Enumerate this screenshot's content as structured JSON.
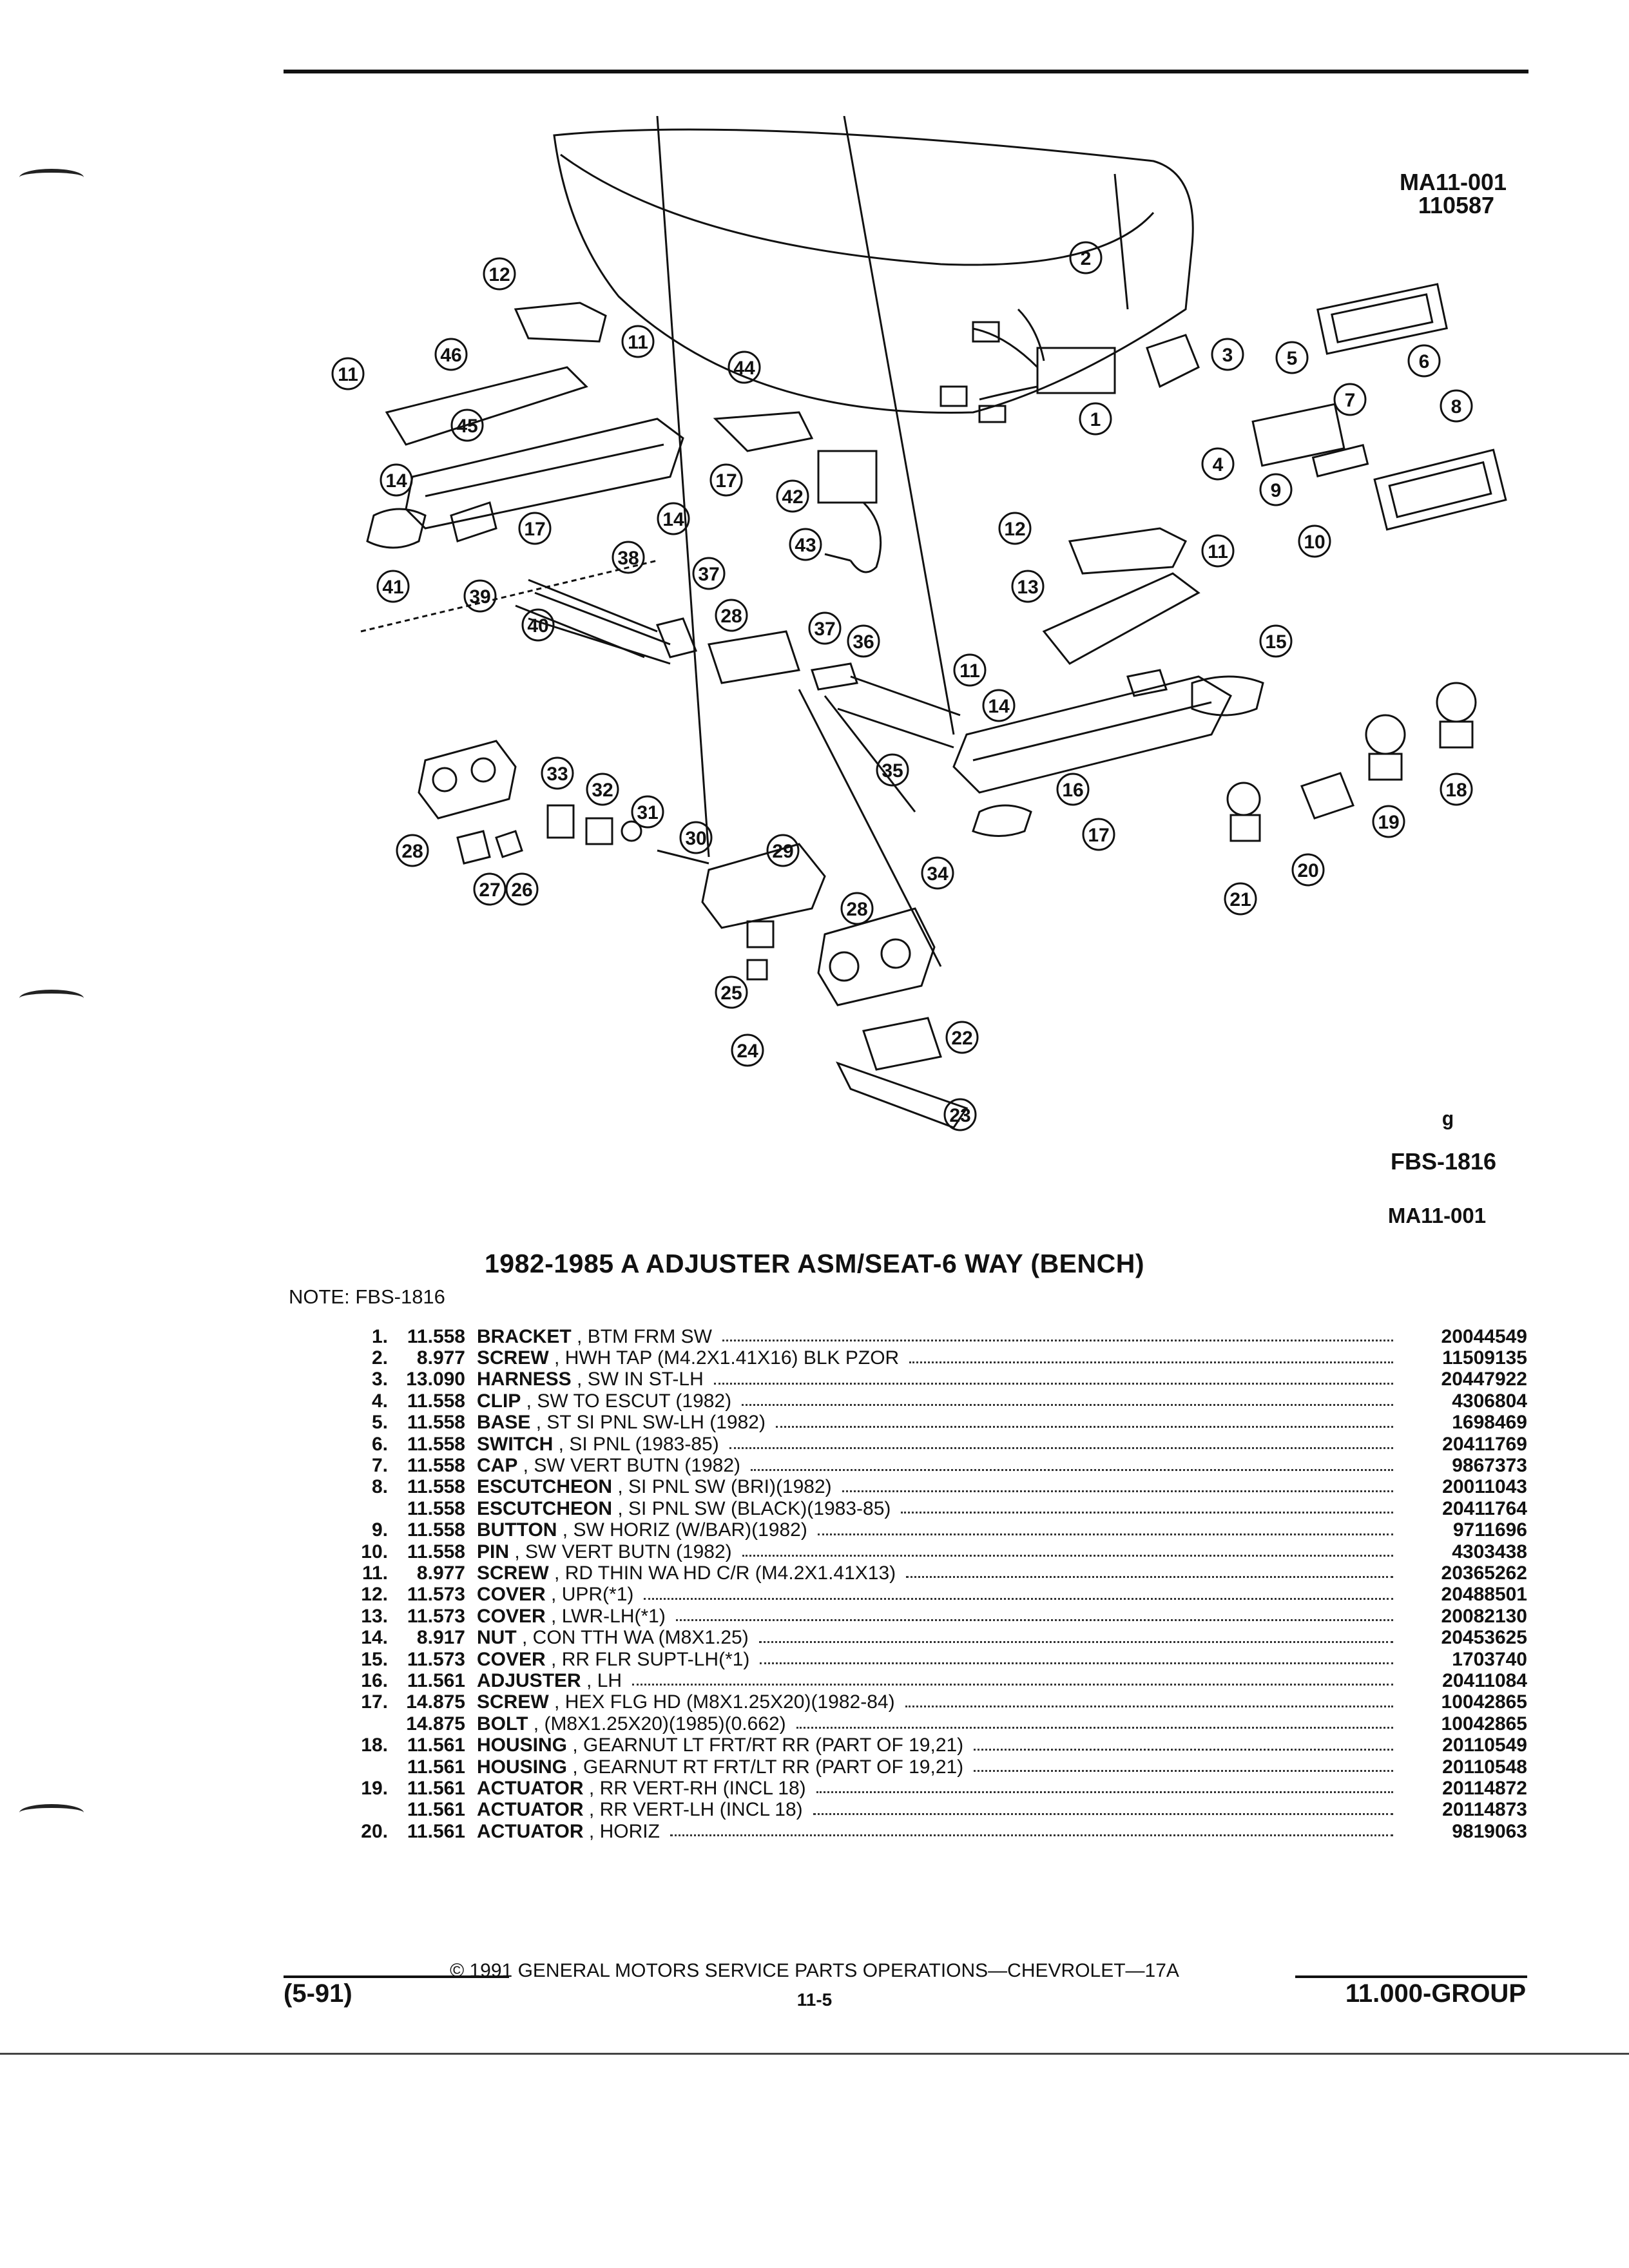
{
  "header": {
    "code_top": "MA11-001",
    "code_date": "110587",
    "fbs_code": "FBS-1816",
    "code_bottom": "MA11-001"
  },
  "title": "1982-1985 A ADJUSTER ASM/SEAT-6 WAY (BENCH)",
  "note": "NOTE:  FBS-1816",
  "parts": [
    {
      "num": "1.",
      "grp": "11.558",
      "name": "BRACKET",
      "desc": "BTM FRM SW",
      "pn": "20044549"
    },
    {
      "num": "2.",
      "grp": "8.977",
      "name": "SCREW",
      "desc": "HWH TAP (M4.2X1.41X16) BLK PZOR",
      "pn": "11509135"
    },
    {
      "num": "3.",
      "grp": "13.090",
      "name": "HARNESS",
      "desc": "SW IN ST-LH",
      "pn": "20447922"
    },
    {
      "num": "4.",
      "grp": "11.558",
      "name": "CLIP",
      "desc": "SW TO ESCUT (1982)",
      "pn": "4306804"
    },
    {
      "num": "5.",
      "grp": "11.558",
      "name": "BASE",
      "desc": "ST SI PNL SW-LH (1982)",
      "pn": "1698469"
    },
    {
      "num": "6.",
      "grp": "11.558",
      "name": "SWITCH",
      "desc": "SI PNL (1983-85)",
      "pn": "20411769"
    },
    {
      "num": "7.",
      "grp": "11.558",
      "name": "CAP",
      "desc": "SW VERT BUTN (1982)",
      "pn": "9867373"
    },
    {
      "num": "8.",
      "grp": "11.558",
      "name": "ESCUTCHEON",
      "desc": "SI PNL SW (BRI)(1982)",
      "pn": "20011043"
    },
    {
      "num": "",
      "grp": "11.558",
      "name": "ESCUTCHEON",
      "desc": "SI PNL SW (BLACK)(1983-85)",
      "pn": "20411764"
    },
    {
      "num": "9.",
      "grp": "11.558",
      "name": "BUTTON",
      "desc": "SW HORIZ (W/BAR)(1982)",
      "pn": "9711696"
    },
    {
      "num": "10.",
      "grp": "11.558",
      "name": "PIN",
      "desc": "SW VERT BUTN (1982)",
      "pn": "4303438"
    },
    {
      "num": "11.",
      "grp": "8.977",
      "name": "SCREW",
      "desc": "RD THIN WA HD C/R (M4.2X1.41X13)",
      "pn": "20365262"
    },
    {
      "num": "12.",
      "grp": "11.573",
      "name": "COVER",
      "desc": "UPR(*1)",
      "pn": "20488501"
    },
    {
      "num": "13.",
      "grp": "11.573",
      "name": "COVER",
      "desc": "LWR-LH(*1)",
      "pn": "20082130"
    },
    {
      "num": "14.",
      "grp": "8.917",
      "name": "NUT",
      "desc": "CON TTH WA (M8X1.25)",
      "pn": "20453625"
    },
    {
      "num": "15.",
      "grp": "11.573",
      "name": "COVER",
      "desc": "RR FLR SUPT-LH(*1)",
      "pn": "1703740"
    },
    {
      "num": "16.",
      "grp": "11.561",
      "name": "ADJUSTER",
      "desc": "LH",
      "pn": "20411084"
    },
    {
      "num": "17.",
      "grp": "14.875",
      "name": "SCREW",
      "desc": "HEX FLG HD (M8X1.25X20)(1982-84)",
      "pn": "10042865"
    },
    {
      "num": "",
      "grp": "14.875",
      "name": "BOLT",
      "desc": "(M8X1.25X20)(1985)(0.662)",
      "pn": "10042865"
    },
    {
      "num": "18.",
      "grp": "11.561",
      "name": "HOUSING",
      "desc": "GEARNUT LT FRT/RT RR (PART OF 19,21)",
      "pn": "20110549"
    },
    {
      "num": "",
      "grp": "11.561",
      "name": "HOUSING",
      "desc": "GEARNUT RT FRT/LT RR (PART OF 19,21)",
      "pn": "20110548"
    },
    {
      "num": "19.",
      "grp": "11.561",
      "name": "ACTUATOR",
      "desc": "RR VERT-RH (INCL 18)",
      "pn": "20114872"
    },
    {
      "num": "",
      "grp": "11.561",
      "name": "ACTUATOR",
      "desc": "RR VERT-LH (INCL 18)",
      "pn": "20114873"
    },
    {
      "num": "20.",
      "grp": "11.561",
      "name": "ACTUATOR",
      "desc": "HORIZ",
      "pn": "9819063"
    }
  ],
  "footer": {
    "copyright": "©  1991  GENERAL MOTORS SERVICE PARTS OPERATIONS—CHEVROLET—17A",
    "left": "(5-91)",
    "page": "11-5",
    "right": "11.000-GROUP"
  },
  "callouts": [
    "1",
    "2",
    "3",
    "4",
    "5",
    "6",
    "7",
    "8",
    "9",
    "10",
    "11",
    "11",
    "11",
    "11",
    "12",
    "12",
    "13",
    "14",
    "14",
    "14",
    "15",
    "16",
    "17",
    "17",
    "17",
    "18",
    "19",
    "20",
    "21",
    "22",
    "23",
    "24",
    "25",
    "26",
    "27",
    "28",
    "28",
    "28",
    "29",
    "30",
    "31",
    "32",
    "33",
    "34",
    "35",
    "36",
    "37",
    "37",
    "38",
    "39",
    "40",
    "41",
    "42",
    "43",
    "44",
    "45",
    "46"
  ]
}
